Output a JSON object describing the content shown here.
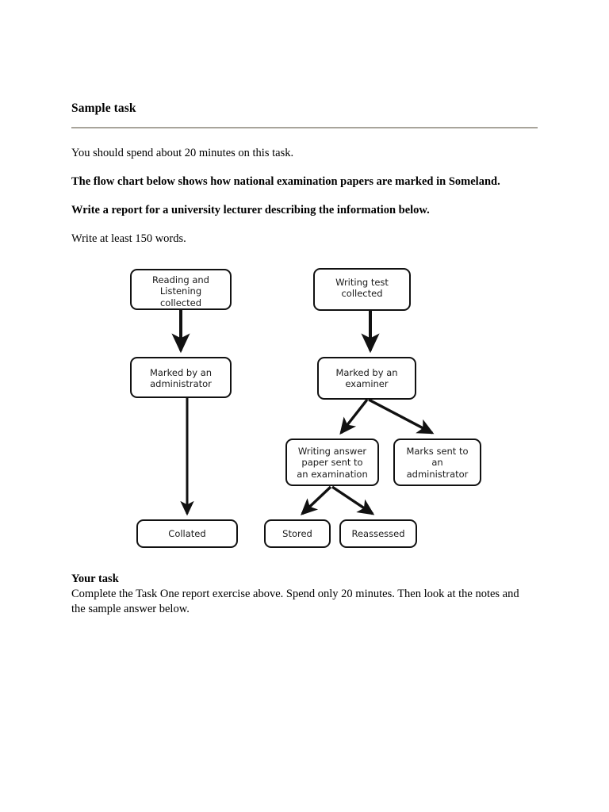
{
  "document": {
    "title": "Sample task",
    "paragraphs": [
      {
        "text": "You should spend about 20 minutes on this task.",
        "bold": false
      },
      {
        "text": "The flow chart below shows how national examination papers are marked in Someland.",
        "bold": true
      },
      {
        "text": "Write a report for a university lecturer describing the information below.",
        "bold": true
      },
      {
        "text": "Write at least 150 words.",
        "bold": false
      }
    ],
    "footer": {
      "heading": "Your task",
      "body": "Complete the Task One report exercise above. Spend only 20 minutes. Then look at the notes and the sample answer below."
    }
  },
  "chart_data": {
    "type": "diagram",
    "title": "How national examination papers are marked in Someland",
    "nodes": [
      {
        "id": "reading_listening",
        "label": "Reading and Listening collected",
        "clipped": true,
        "column": "left",
        "row": 1
      },
      {
        "id": "writing_collected",
        "label": "Writing test collected",
        "column": "right",
        "row": 1
      },
      {
        "id": "marked_administrator",
        "label": "Marked by an administrator",
        "column": "left",
        "row": 2
      },
      {
        "id": "marked_examiner",
        "label": "Marked by an examiner",
        "column": "right",
        "row": 2
      },
      {
        "id": "answer_paper",
        "label": "Writing answer paper sent to an examination",
        "clipped": true,
        "column": "right",
        "row": 3
      },
      {
        "id": "marks_sent",
        "label": "Marks sent to an administrator",
        "column": "right",
        "row": 3
      },
      {
        "id": "collated",
        "label": "Collated",
        "column": "left",
        "row": 4
      },
      {
        "id": "stored",
        "label": "Stored",
        "column": "right",
        "row": 4
      },
      {
        "id": "reassessed",
        "label": "Reassessed",
        "column": "right",
        "row": 4
      }
    ],
    "edges": [
      {
        "from": "reading_listening",
        "to": "marked_administrator"
      },
      {
        "from": "marked_administrator",
        "to": "collated"
      },
      {
        "from": "writing_collected",
        "to": "marked_examiner"
      },
      {
        "from": "marked_examiner",
        "to": "answer_paper"
      },
      {
        "from": "marked_examiner",
        "to": "marks_sent"
      },
      {
        "from": "answer_paper",
        "to": "stored"
      },
      {
        "from": "answer_paper",
        "to": "reassessed"
      }
    ],
    "node_labels": {
      "reading_listening_line1": "Reading and",
      "reading_listening_line2": "Listening",
      "reading_listening_line3": "collected",
      "writing_collected_line1": "Writing test",
      "writing_collected_line2": "collected",
      "marked_administrator_line1": "Marked by an",
      "marked_administrator_line2": "administrator",
      "marked_examiner_line1": "Marked by an",
      "marked_examiner_line2": "examiner",
      "answer_paper_line1": "Writing answer",
      "answer_paper_line2": "paper sent to",
      "answer_paper_line3": "an examination",
      "marks_sent_line1": "Marks sent to",
      "marks_sent_line2": "an",
      "marks_sent_line3": "administrator",
      "collated": "Collated",
      "stored": "Stored",
      "reassessed": "Reassessed"
    },
    "colors": {
      "node_border": "#111111",
      "node_fill": "#ffffff",
      "edge": "#111111",
      "text": "#1a1a1a"
    }
  }
}
